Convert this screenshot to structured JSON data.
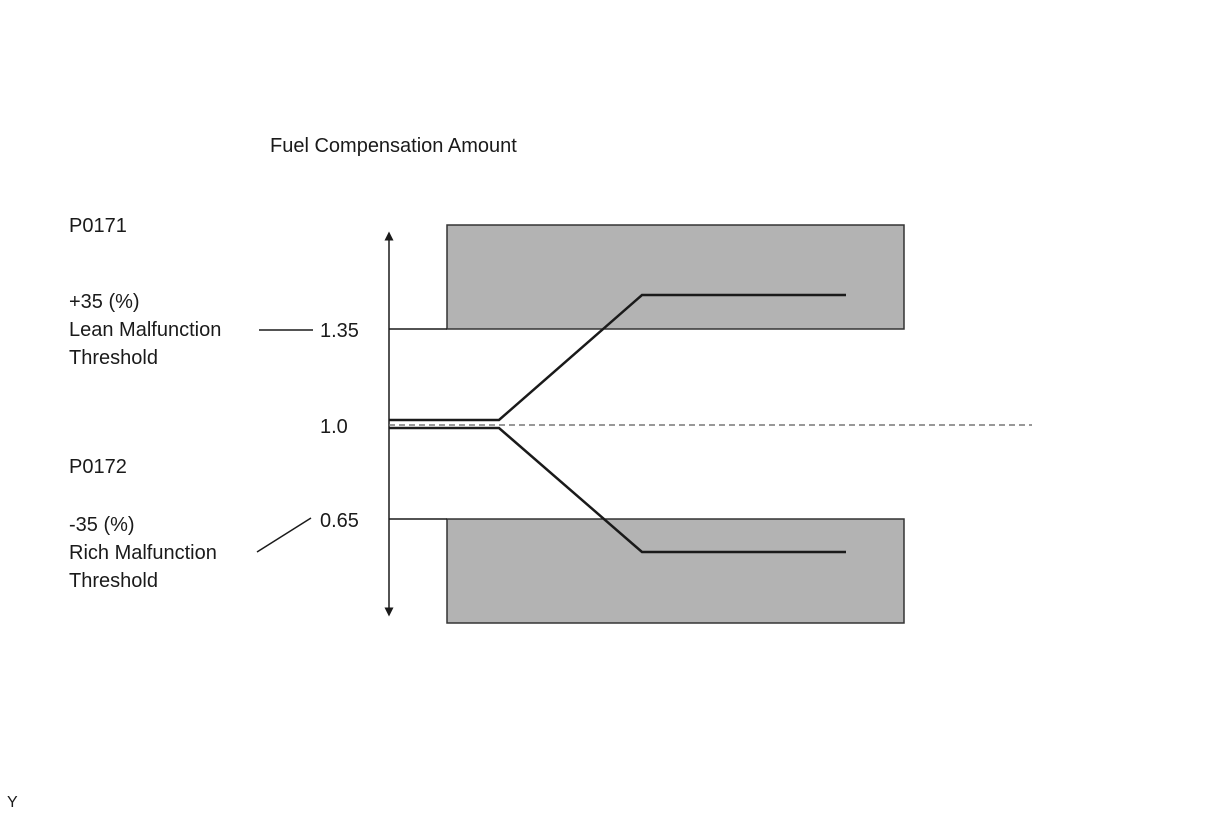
{
  "diagram": {
    "title": "Fuel Compensation Amount",
    "lean": {
      "code": "P0171",
      "percent": "+35 (%)",
      "label_line1": "Lean Malfunction",
      "label_line2": "Threshold",
      "value": "1.35"
    },
    "baseline": {
      "value": "1.0"
    },
    "rich": {
      "code": "P0172",
      "percent": "-35 (%)",
      "label_line1": "Rich Malfunction",
      "label_line2": "Threshold",
      "value": "0.65"
    },
    "corner_mark": "Y",
    "colors": {
      "zone_fill": "#b3b3b3",
      "line": "#1a1a1a",
      "dashed": "#777777"
    }
  }
}
